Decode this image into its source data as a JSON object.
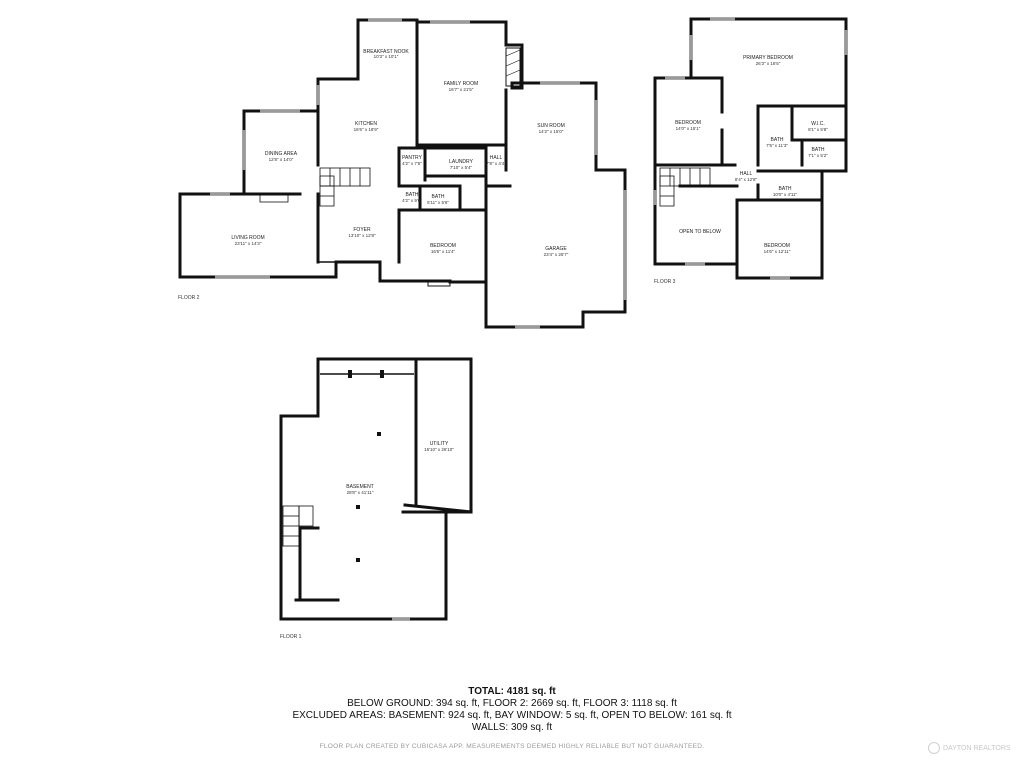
{
  "floors": [
    {
      "label": "FLOOR 2",
      "rooms": [
        {
          "key": "breakfast_nook",
          "name": "BREAKFAST NOOK",
          "dim": "10'3\" x 10'1\""
        },
        {
          "key": "family_room",
          "name": "FAMILY ROOM",
          "dim": "16'7\" x 21'5\""
        },
        {
          "key": "kitchen",
          "name": "KITCHEN",
          "dim": "16'6\" x 18'9\""
        },
        {
          "key": "sun_room",
          "name": "SUN ROOM",
          "dim": "14'2\" x 15'0\""
        },
        {
          "key": "dining_area",
          "name": "DINING AREA",
          "dim": "12'8\" x 14'0\""
        },
        {
          "key": "pantry",
          "name": "PANTRY",
          "dim": "4'2\" x 7'5\""
        },
        {
          "key": "laundry",
          "name": "LAUNDRY",
          "dim": "7'10\" x 5'4\""
        },
        {
          "key": "hall2",
          "name": "HALL",
          "dim": "7'8\" x 4'4\""
        },
        {
          "key": "bath_a",
          "name": "BATH",
          "dim": "4'2\" x 9'6\""
        },
        {
          "key": "bath_b",
          "name": "BATH",
          "dim": "5'11\" x 5'6\""
        },
        {
          "key": "living_room",
          "name": "LIVING ROOM",
          "dim": "23'11\" x 14'3\""
        },
        {
          "key": "foyer",
          "name": "FOYER",
          "dim": "13'10\" x 12'8\""
        },
        {
          "key": "bedroom2",
          "name": "BEDROOM",
          "dim": "16'6\" x 11'4\""
        },
        {
          "key": "garage",
          "name": "GARAGE",
          "dim": "23'4\" x 26'7\""
        }
      ]
    },
    {
      "label": "FLOOR 3",
      "rooms": [
        {
          "key": "primary_bedroom",
          "name": "PRIMARY BEDROOM",
          "dim": "26'3\" x 16'5\""
        },
        {
          "key": "bedroom3a",
          "name": "BEDROOM",
          "dim": "14'0\" x 15'1\""
        },
        {
          "key": "wic",
          "name": "W.I.C.",
          "dim": "8'1\" x 5'8\""
        },
        {
          "key": "bath3a",
          "name": "BATH",
          "dim": "7'5\" x 11'3\""
        },
        {
          "key": "bath3b",
          "name": "BATH",
          "dim": "7'1\" x 5'2\""
        },
        {
          "key": "hall3",
          "name": "HALL",
          "dim": "8'4\" x 12'8\""
        },
        {
          "key": "bath3c",
          "name": "BATH",
          "dim": "10'0\" x 4'11\""
        },
        {
          "key": "open_below",
          "name": "OPEN TO BELOW",
          "dim": ""
        },
        {
          "key": "bedroom3b",
          "name": "BEDROOM",
          "dim": "14'6\" x 12'11\""
        }
      ]
    },
    {
      "label": "FLOOR 1",
      "rooms": [
        {
          "key": "utility",
          "name": "UTILITY",
          "dim": "15'10\" x 26'10\""
        },
        {
          "key": "basement",
          "name": "BASEMENT",
          "dim": "28'8\" x 41'11\""
        }
      ]
    }
  ],
  "summary": {
    "total": "TOTAL: 4181 sq. ft",
    "lines": [
      "BELOW GROUND: 394 sq. ft, FLOOR 2: 2669 sq. ft, FLOOR 3: 1118 sq. ft",
      "EXCLUDED AREAS: BASEMENT: 924 sq. ft, BAY WINDOW: 5 sq. ft, OPEN TO BELOW: 161 sq. ft",
      "WALLS: 309 sq. ft"
    ]
  },
  "disclaimer": "FLOOR PLAN CREATED BY CUBICASA APP. MEASUREMENTS DEEMED HIGHLY RELIABLE BUT NOT GUARANTEED.",
  "logo_text": "DAYTON REALTORS",
  "colors": {
    "wall": "#111111",
    "window": "#9a9a9a",
    "disclaimer": "#9a9a9a"
  }
}
